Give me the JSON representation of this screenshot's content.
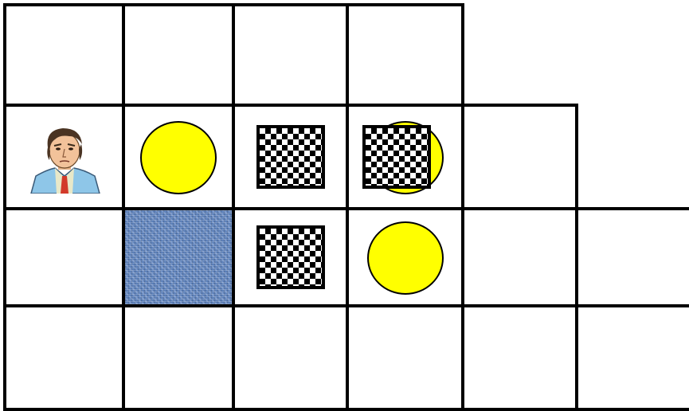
{
  "game": {
    "type": "sokoban",
    "colors": {
      "goal": "#ffff00",
      "wall": "#5b7fb8",
      "box_pattern": "#000000",
      "floor": "#ffffff"
    },
    "cells": [
      {
        "row": 0,
        "col": 0,
        "content": "floor"
      },
      {
        "row": 0,
        "col": 1,
        "content": "floor"
      },
      {
        "row": 0,
        "col": 2,
        "content": "floor"
      },
      {
        "row": 0,
        "col": 3,
        "content": "floor"
      },
      {
        "row": 1,
        "col": 0,
        "content": "player"
      },
      {
        "row": 1,
        "col": 1,
        "content": "goal"
      },
      {
        "row": 1,
        "col": 2,
        "content": "box"
      },
      {
        "row": 1,
        "col": 3,
        "content": "box_on_goal"
      },
      {
        "row": 1,
        "col": 4,
        "content": "floor"
      },
      {
        "row": 2,
        "col": 0,
        "content": "floor"
      },
      {
        "row": 2,
        "col": 1,
        "content": "wall"
      },
      {
        "row": 2,
        "col": 2,
        "content": "box"
      },
      {
        "row": 2,
        "col": 3,
        "content": "goal"
      },
      {
        "row": 2,
        "col": 4,
        "content": "floor"
      },
      {
        "row": 2,
        "col": 5,
        "content": "floor"
      },
      {
        "row": 3,
        "col": 0,
        "content": "floor"
      },
      {
        "row": 3,
        "col": 1,
        "content": "floor"
      },
      {
        "row": 3,
        "col": 2,
        "content": "floor"
      },
      {
        "row": 3,
        "col": 3,
        "content": "floor"
      },
      {
        "row": 3,
        "col": 4,
        "content": "floor"
      },
      {
        "row": 3,
        "col": 5,
        "content": "floor"
      }
    ]
  }
}
